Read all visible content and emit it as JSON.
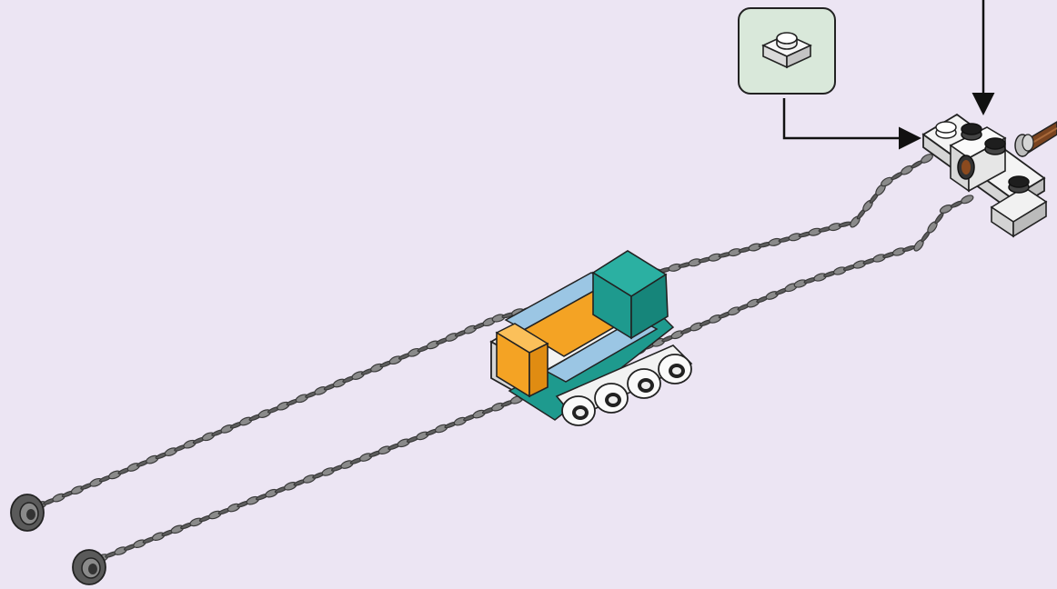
{
  "scene": "lego-instruction-step",
  "palette": {
    "background": "#ECE5F3",
    "callout_fill": "#D9E8DA",
    "chain": "#6E6E6E",
    "teal": "#1E9A8E",
    "orange": "#F4A324",
    "light_blue": "#9BC6E4",
    "white_brick": "#F4F4F4",
    "brown_axle": "#7A4420",
    "outline": "#222222"
  },
  "parts": {
    "callout_part": "plate-1x1-white-icon",
    "assembly": "sled-car-with-chains",
    "connector": "white-bracket-with-studs",
    "chain_count": 2
  }
}
